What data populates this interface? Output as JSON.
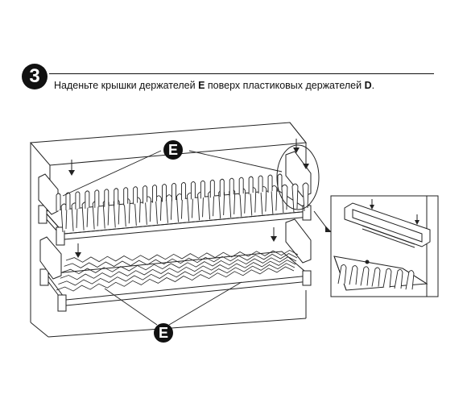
{
  "step": {
    "number": "3"
  },
  "instruction": {
    "part1": "Наденьте крышки держателей ",
    "label_e": "E",
    "part2": " поверх пластиковых держателей ",
    "label_d": "D",
    "part3": "."
  },
  "callouts": {
    "top": "E",
    "bottom": "E"
  },
  "icons": {
    "step_badge": "circled-number",
    "arrows": "down-arrow-icon"
  }
}
